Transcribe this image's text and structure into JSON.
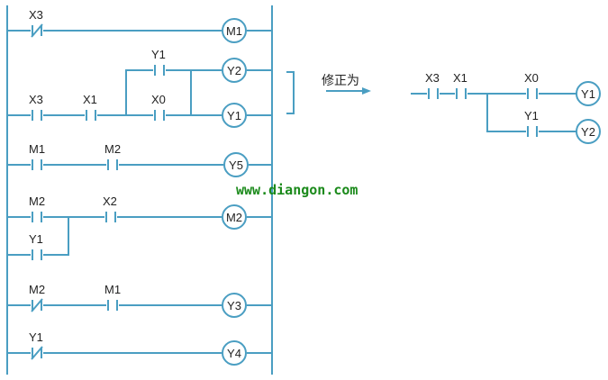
{
  "colors": {
    "wire": "#4a9ec2",
    "text": "#222222",
    "watermark": "#1b8a1b",
    "coil_fill": "#ffffff"
  },
  "original": {
    "rungs": [
      {
        "contacts": [
          {
            "label": "X3",
            "type": "nc"
          }
        ],
        "coil": "M1"
      },
      {
        "contacts": [
          {
            "label": "X3",
            "type": "no"
          },
          {
            "label": "X1",
            "type": "no"
          }
        ],
        "branches": [
          {
            "label": "Y1",
            "type": "no"
          },
          {
            "label": "X0",
            "type": "no"
          }
        ],
        "coils": [
          "Y2",
          "Y1"
        ]
      },
      {
        "contacts": [
          {
            "label": "M1",
            "type": "no"
          },
          {
            "label": "M2",
            "type": "no"
          }
        ],
        "coil": "Y5"
      },
      {
        "contacts": [
          {
            "label": "M2",
            "type": "no"
          },
          {
            "label": "X2",
            "type": "no"
          }
        ],
        "parallel": {
          "label": "Y1",
          "type": "no"
        },
        "coil": "M2"
      },
      {
        "contacts": [
          {
            "label": "M2",
            "type": "nc"
          },
          {
            "label": "M1",
            "type": "no"
          }
        ],
        "coil": "Y3"
      },
      {
        "contacts": [
          {
            "label": "Y1",
            "type": "nc"
          }
        ],
        "coil": "Y4"
      }
    ]
  },
  "correction_label": "修正为",
  "corrected": {
    "contacts": [
      {
        "label": "X3",
        "type": "no"
      },
      {
        "label": "X1",
        "type": "no"
      }
    ],
    "branches": [
      {
        "label": "X0",
        "type": "no",
        "coil": "Y1"
      },
      {
        "label": "Y1",
        "type": "no",
        "coil": "Y2"
      }
    ]
  },
  "watermark": "www.diangon.com"
}
